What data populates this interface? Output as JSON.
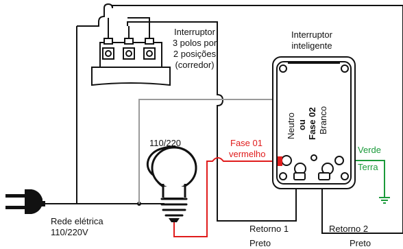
{
  "colors": {
    "wire_black": "#111111",
    "wire_gray": "#9a9a9a",
    "wire_red": "#e01b1b",
    "wire_green": "#1a9a3a"
  },
  "labels": {
    "three_way_switch": [
      "Interruptor",
      "3 polos por",
      "2 posições",
      "(corredor)"
    ],
    "smart_switch": [
      "Interruptor",
      "inteligente"
    ],
    "lamp_voltage": "110/220",
    "neutro": "Neutro",
    "ou": "ou",
    "fase02": "Fase 02",
    "branco": "Branco",
    "fase01": [
      "Fase 01",
      "vermelho"
    ],
    "verde": "Verde",
    "terra": "Terra",
    "mains": [
      "Rede elétrica",
      "110/220V"
    ],
    "retorno1": "Retorno 1",
    "retorno2": "Retorno 2",
    "preto1": "Preto",
    "preto2": "Preto"
  },
  "icons": [
    "three-way-switch-icon",
    "smart-switch-box-icon",
    "light-bulb-icon",
    "power-plug-icon",
    "ground-icon"
  ]
}
